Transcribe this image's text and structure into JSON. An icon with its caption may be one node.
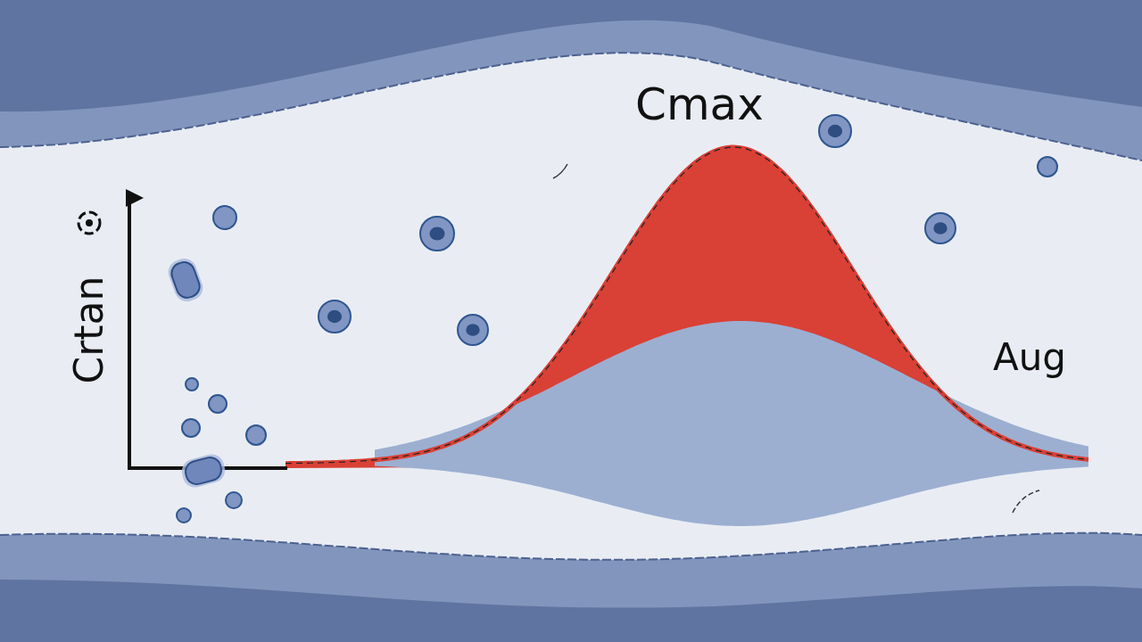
{
  "diagram": {
    "labels": [
      "Cmax",
      "Crtan",
      "Aug"
    ]
  }
}
